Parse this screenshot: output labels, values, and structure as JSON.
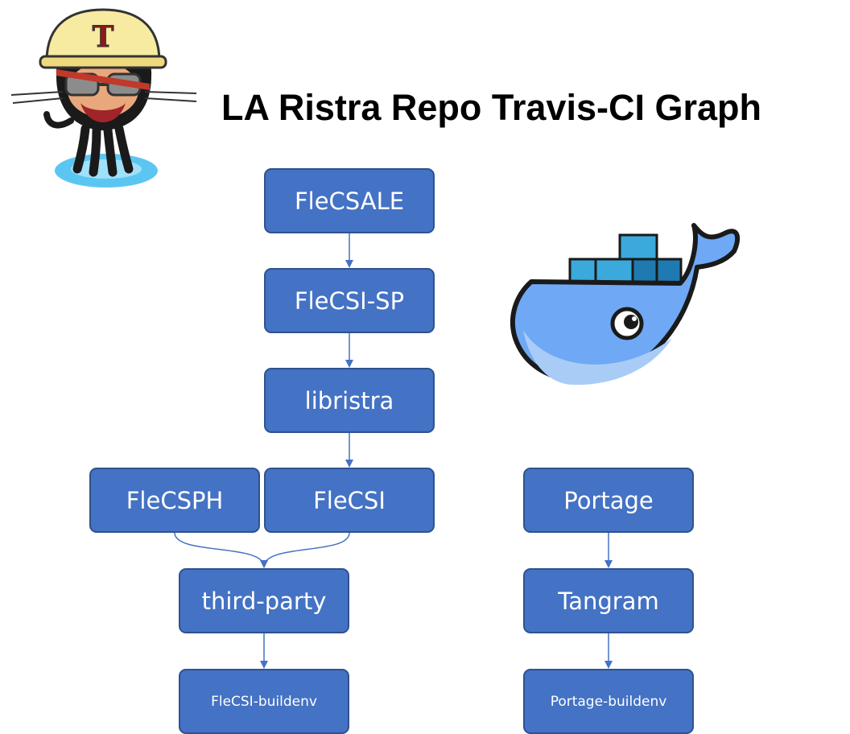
{
  "title": "LA Ristra Repo Travis-CI Graph",
  "colors": {
    "node_fill": "#4472C4",
    "node_border": "#2F528F",
    "node_text": "#FFFFFF",
    "connector": "#4472C4"
  },
  "logos": {
    "travis": {
      "icon": "travis-ci-mascot-icon",
      "letter": "T"
    },
    "docker": {
      "icon": "docker-whale-icon"
    }
  },
  "nodes": {
    "flecsale": "FleCSALE",
    "flecsi_sp": "FleCSI-SP",
    "libristra": "libristra",
    "flecsph": "FleCSPH",
    "flecsi": "FleCSI",
    "third_party": "third-party",
    "flecsi_buildenv": "FleCSI-buildenv",
    "portage": "Portage",
    "tangram": "Tangram",
    "portage_buildenv": "Portage-buildenv"
  },
  "edges": [
    [
      "flecsale",
      "flecsi_sp"
    ],
    [
      "flecsi_sp",
      "libristra"
    ],
    [
      "libristra",
      "flecsi"
    ],
    [
      "flecsph",
      "third_party"
    ],
    [
      "flecsi",
      "third_party"
    ],
    [
      "third_party",
      "flecsi_buildenv"
    ],
    [
      "portage",
      "tangram"
    ],
    [
      "tangram",
      "portage_buildenv"
    ]
  ]
}
